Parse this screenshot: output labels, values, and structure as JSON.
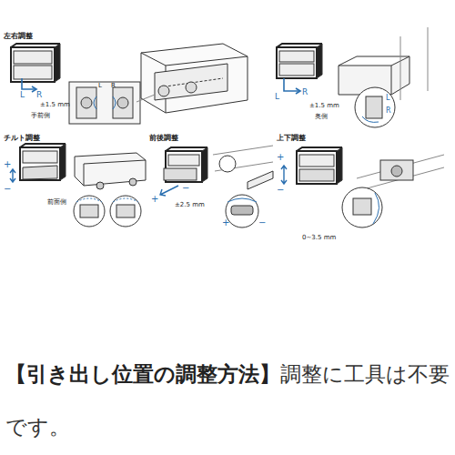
{
  "diagram": {
    "title": "【引き出し位置の調整方法】",
    "caption": "調整に工具は不要です。",
    "labels": [
      "左右調整",
      "L",
      "R",
      "±1.5 mm",
      "手前側",
      "L",
      "R",
      "L",
      "R",
      "±1.5 mm",
      "奥側",
      "L",
      "R",
      "チルト調整",
      "+",
      "−",
      "前面側",
      "前後調整",
      "+",
      "±2.5 mm",
      "−",
      "上下調整",
      "+",
      "−",
      "0~3.5 mm",
      "+",
      "−"
    ]
  }
}
